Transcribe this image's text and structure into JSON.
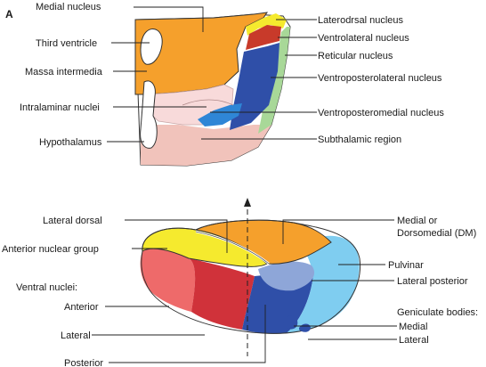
{
  "panel_label": "A",
  "labels": {
    "medial_nucleus": "Medial nucleus",
    "third_ventricle": "Third ventricle",
    "massa_intermedia": "Massa intermedia",
    "intralaminar_nuclei": "Intralaminar nuclei",
    "hypothalamus": "Hypothalamus",
    "laterodorsal_nucleus": "Laterodrsal nucleus",
    "ventrolateral_nucleus": "Ventrolateral nucleus",
    "reticular_nucleus": "Reticular nucleus",
    "ventroposterolateral_nucleus": "Ventroposterolateral nucleus",
    "ventroposteromedial_nucleus": "Ventroposteromedial nucleus",
    "subthalamic_region": "Subthalamic region",
    "lateral_dorsal": "Lateral dorsal",
    "anterior_nuclear_group": "Anterior nuclear group",
    "ventral_nuclei": "Ventral nuclei:",
    "anterior": "Anterior",
    "lateral": "Lateral",
    "posterior": "Posterior",
    "medial_or": "Medial or",
    "dorsomedial_dm": "Dorsomedial (DM)",
    "pulvinar": "Pulvinar",
    "lateral_posterior": "Lateral posterior",
    "geniculate_bodies": "Geniculate bodies:",
    "geniculate_medial": "Medial",
    "geniculate_lateral": "Lateral"
  },
  "colors": {
    "medial": "#f5a02c",
    "laterodorsal": "#f5ea2e",
    "ventrolateral": "#c83a2a",
    "ventroposterolateral": "#2f4fa8",
    "ventroposteromedial": "#2f86d6",
    "reticular": "#a8d898",
    "intralaminar": "#f8dada",
    "subthalamic": "#f1c3bb",
    "anterior_ventral": "#ee6a6a",
    "lateral_ventral": "#d0323a",
    "pulvinar": "#7fcdf0",
    "lateral_posterior": "#8ea6d8",
    "geniculate": "#2f4fa8"
  }
}
